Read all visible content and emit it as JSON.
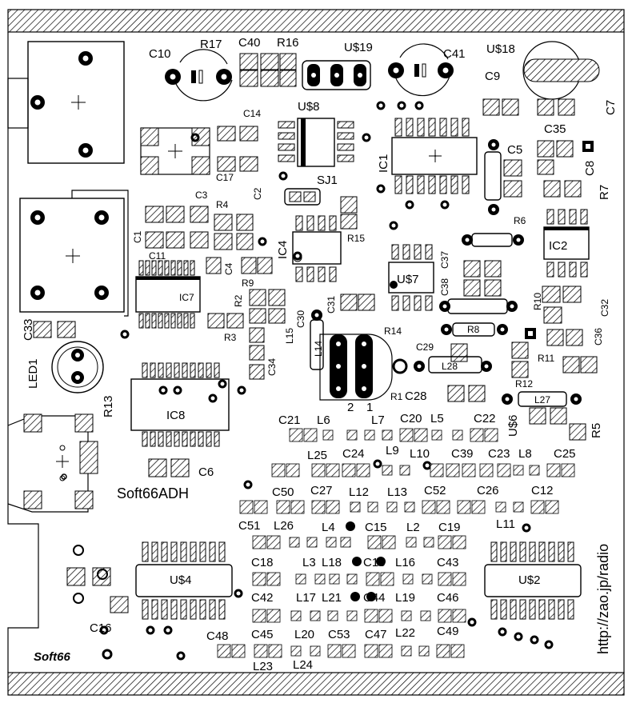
{
  "board": {
    "title": "Soft66ADH",
    "brand": "Soft66",
    "url": "http://zao.jp/radio"
  },
  "labels": {
    "C10": "C10",
    "R17": "R17",
    "C40": "C40",
    "R16": "R16",
    "U19": "U$19",
    "C41": "C41",
    "U18": "U$18",
    "C9": "C9",
    "C7": "C7",
    "C14": "C14",
    "U8": "U$8",
    "C35": "C35",
    "C5": "C5",
    "C8": "C8",
    "IC1": "IC1",
    "SJ1": "SJ1",
    "C17": "C17",
    "C3": "C3",
    "C2": "C2",
    "R7": "R7",
    "R4": "R4",
    "R6": "R6",
    "C1": "C1",
    "IC4": "IC4",
    "R15": "R15",
    "IC2": "IC2",
    "C11": "C11",
    "C4": "C4",
    "C37": "C37",
    "U7": "U$7",
    "R9": "R9",
    "IC7": "IC7",
    "C38": "C38",
    "R2": "R2",
    "C31": "C31",
    "R10": "R10",
    "C32": "C32",
    "R3": "R3",
    "C30": "C30",
    "R14": "R14",
    "C33": "C33",
    "L15": "L15",
    "R8": "R8",
    "C36": "C36",
    "C34": "C34",
    "L14": "L14",
    "R11": "R11",
    "LED1": "LED1",
    "C29": "C29",
    "L28": "L28",
    "R12": "R12",
    "R13": "R13",
    "R1": "R1",
    "C28": "C28",
    "L27": "L27",
    "IC8": "IC8",
    "U6": "U$6",
    "R5": "R5",
    "C21": "C21",
    "L6": "L6",
    "L7": "L7",
    "C20": "C20",
    "L5": "L5",
    "C22": "C22",
    "L25": "L25",
    "C24": "C24",
    "L9": "L9",
    "L10": "L10",
    "C39": "C39",
    "C23": "C23",
    "L8": "L8",
    "C25": "C25",
    "C6": "C6",
    "C50": "C50",
    "C27": "C27",
    "L12": "L12",
    "L13": "L13",
    "C52": "C52",
    "C26": "C26",
    "C12": "C12",
    "C51": "C51",
    "L26": "L26",
    "L4": "L4",
    "C15": "C15",
    "L2": "L2",
    "C19": "C19",
    "L11": "L11",
    "C18": "C18",
    "L3": "L3",
    "L18": "L18",
    "C13": "C13",
    "L16": "L16",
    "C43": "C43",
    "U4": "U$4",
    "U2": "U$2",
    "C42": "C42",
    "L17": "L17",
    "L21": "L21",
    "C44": "C44",
    "L19": "L19",
    "C46": "C46",
    "C16": "C16",
    "C48": "C48",
    "C45": "C45",
    "L20": "L20",
    "C53": "C53",
    "C47": "C47",
    "L22": "L22",
    "C49": "C49",
    "L23": "L23",
    "L24": "L24",
    "pin2": "2",
    "pin1": "1"
  }
}
